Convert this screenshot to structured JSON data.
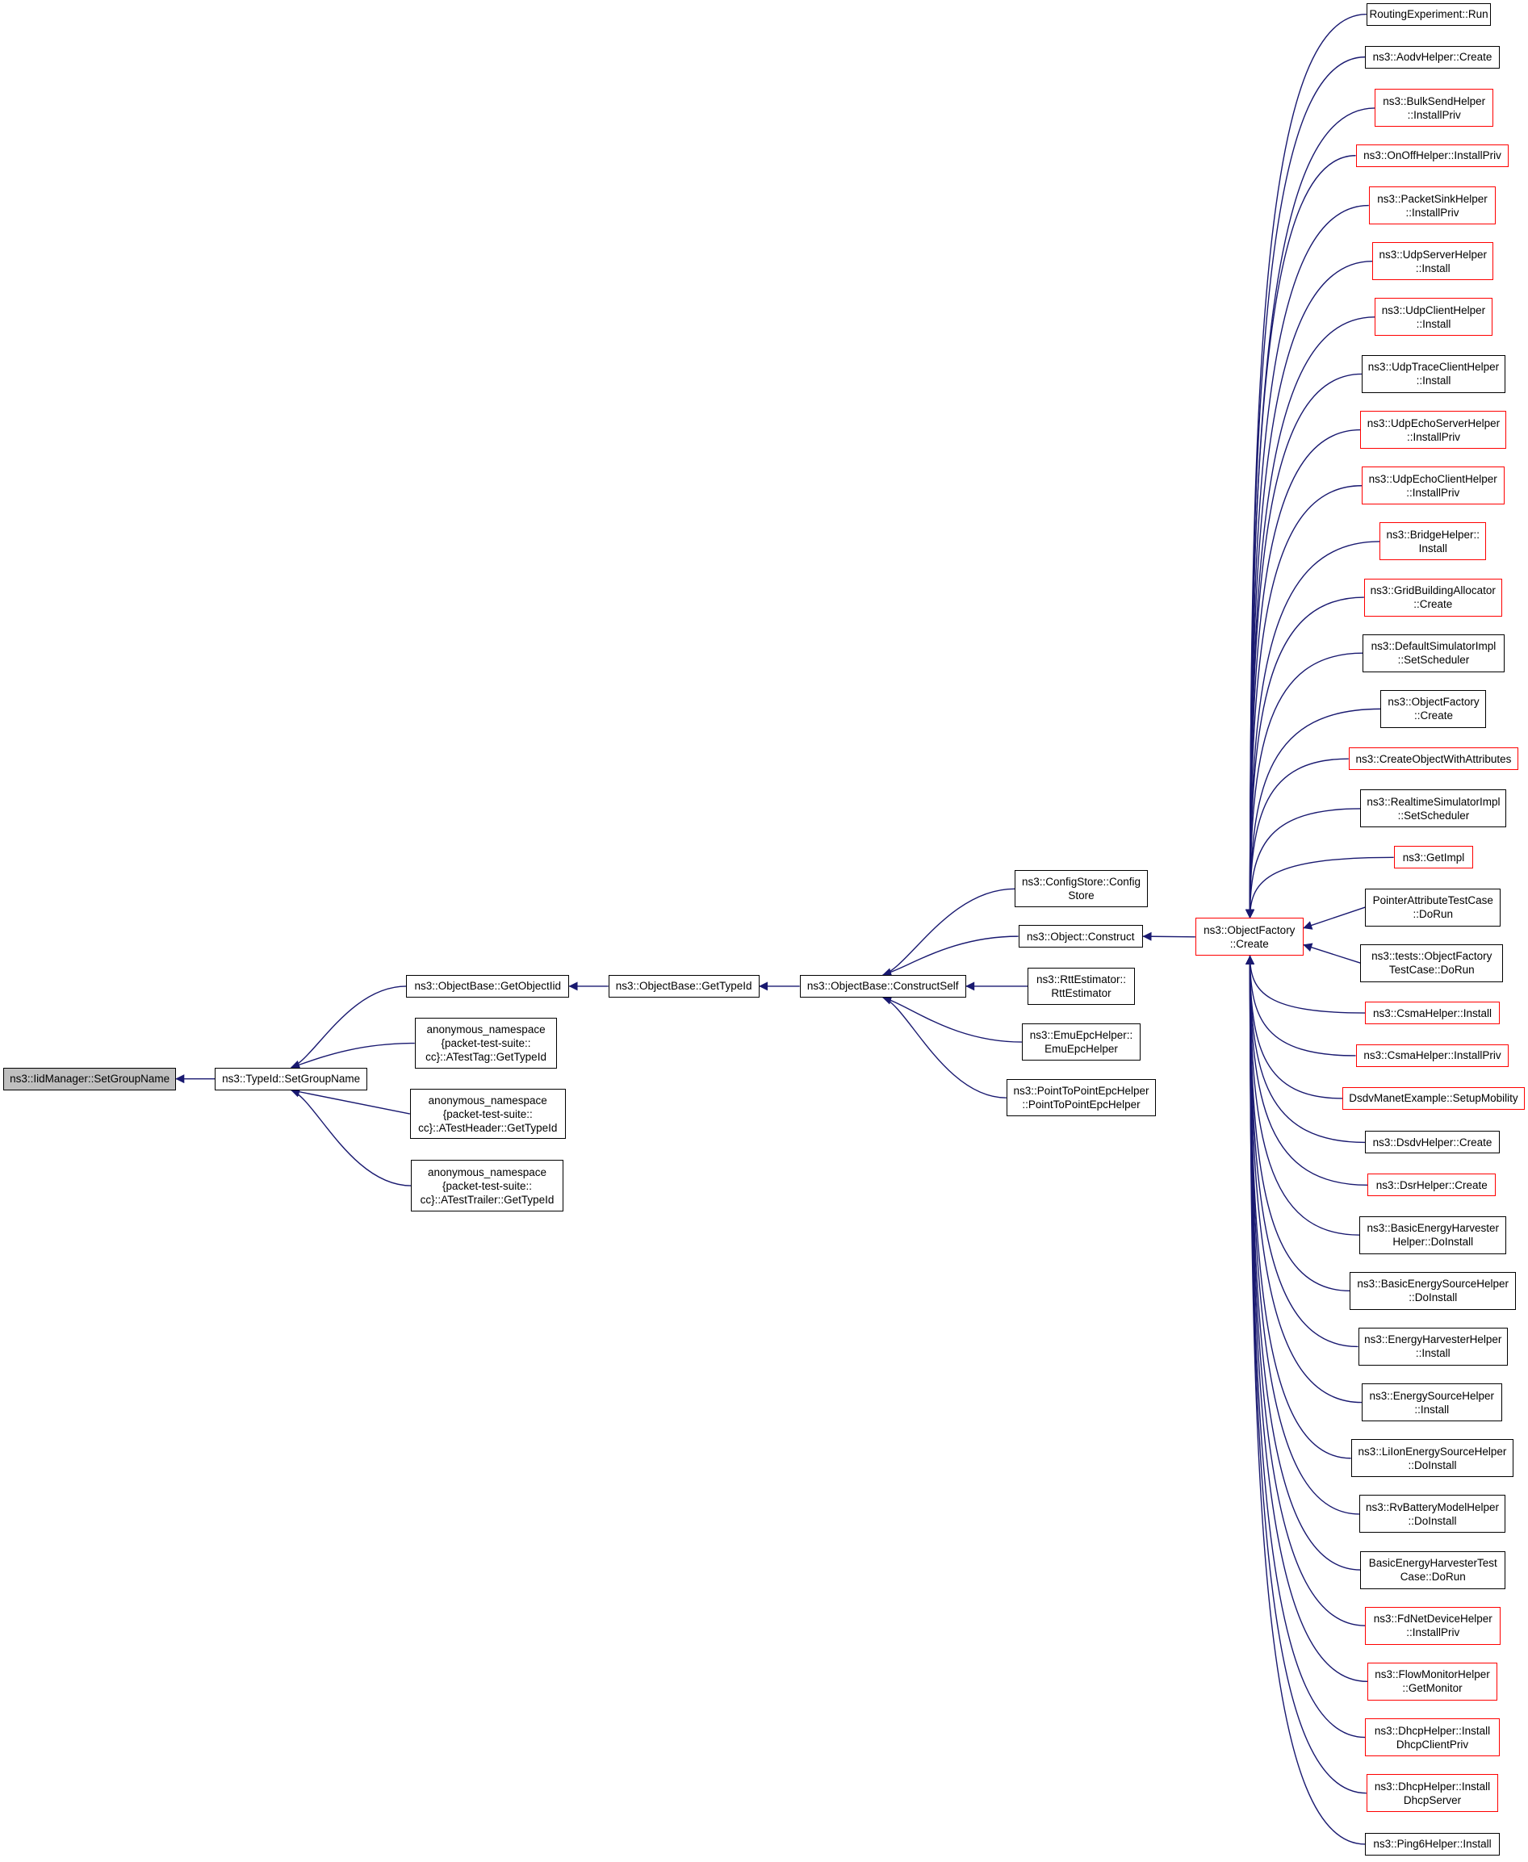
{
  "diagram": {
    "edge_color": "#191970",
    "colors": {
      "normal_border": "#000000",
      "incomplete_border": "#ff0000",
      "root_fill": "#bfbfbf"
    },
    "nodes": [
      {
        "id": "n0",
        "label": "ns3::IidManager::SetGroupName",
        "kind": "root"
      },
      {
        "id": "n1",
        "label": "ns3::TypeId::SetGroupName",
        "kind": "normal"
      },
      {
        "id": "n2",
        "label": "ns3::ObjectBase::GetObjectIid",
        "kind": "normal"
      },
      {
        "id": "n3",
        "label": "anonymous_namespace\n{packet-test-suite::\ncc}::ATestTag::GetTypeId",
        "kind": "normal"
      },
      {
        "id": "n4",
        "label": "anonymous_namespace\n{packet-test-suite::\ncc}::ATestHeader::GetTypeId",
        "kind": "normal"
      },
      {
        "id": "n5",
        "label": "anonymous_namespace\n{packet-test-suite::\ncc}::ATestTrailer::GetTypeId",
        "kind": "normal"
      },
      {
        "id": "n6",
        "label": "ns3::ObjectBase::GetTypeId",
        "kind": "normal"
      },
      {
        "id": "n7",
        "label": "ns3::ObjectBase::ConstructSelf",
        "kind": "normal"
      },
      {
        "id": "n8",
        "label": "ns3::ConfigStore::Config\nStore",
        "kind": "normal"
      },
      {
        "id": "n9",
        "label": "ns3::Object::Construct",
        "kind": "normal"
      },
      {
        "id": "n10",
        "label": "ns3::RttEstimator::\nRttEstimator",
        "kind": "normal"
      },
      {
        "id": "n11",
        "label": "ns3::EmuEpcHelper::\nEmuEpcHelper",
        "kind": "normal"
      },
      {
        "id": "n12",
        "label": "ns3::PointToPointEpcHelper\n::PointToPointEpcHelper",
        "kind": "normal"
      },
      {
        "id": "n13",
        "label": "ns3::ObjectFactory\n::Create",
        "kind": "red"
      },
      {
        "id": "r0",
        "label": "RoutingExperiment::Run",
        "kind": "normal"
      },
      {
        "id": "r1",
        "label": "ns3::AodvHelper::Create",
        "kind": "normal"
      },
      {
        "id": "r2",
        "label": "ns3::BulkSendHelper\n::InstallPriv",
        "kind": "red"
      },
      {
        "id": "r3",
        "label": "ns3::OnOffHelper::InstallPriv",
        "kind": "red"
      },
      {
        "id": "r4",
        "label": "ns3::PacketSinkHelper\n::InstallPriv",
        "kind": "red"
      },
      {
        "id": "r5",
        "label": "ns3::UdpServerHelper\n::Install",
        "kind": "red"
      },
      {
        "id": "r6",
        "label": "ns3::UdpClientHelper\n::Install",
        "kind": "red"
      },
      {
        "id": "r7",
        "label": "ns3::UdpTraceClientHelper\n::Install",
        "kind": "normal"
      },
      {
        "id": "r8",
        "label": "ns3::UdpEchoServerHelper\n::InstallPriv",
        "kind": "red"
      },
      {
        "id": "r9",
        "label": "ns3::UdpEchoClientHelper\n::InstallPriv",
        "kind": "red"
      },
      {
        "id": "r10",
        "label": "ns3::BridgeHelper::\nInstall",
        "kind": "red"
      },
      {
        "id": "r11",
        "label": "ns3::GridBuildingAllocator\n::Create",
        "kind": "red"
      },
      {
        "id": "r12",
        "label": "ns3::DefaultSimulatorImpl\n::SetScheduler",
        "kind": "normal"
      },
      {
        "id": "r13",
        "label": "ns3::ObjectFactory\n::Create",
        "kind": "normal"
      },
      {
        "id": "r14",
        "label": "ns3::CreateObjectWithAttributes",
        "kind": "red"
      },
      {
        "id": "r15",
        "label": "ns3::RealtimeSimulatorImpl\n::SetScheduler",
        "kind": "normal"
      },
      {
        "id": "r16",
        "label": "ns3::GetImpl",
        "kind": "red"
      },
      {
        "id": "r17",
        "label": "PointerAttributeTestCase\n::DoRun",
        "kind": "normal"
      },
      {
        "id": "r18",
        "label": "ns3::tests::ObjectFactory\nTestCase::DoRun",
        "kind": "normal"
      },
      {
        "id": "r19",
        "label": "ns3::CsmaHelper::Install",
        "kind": "red"
      },
      {
        "id": "r20",
        "label": "ns3::CsmaHelper::InstallPriv",
        "kind": "red"
      },
      {
        "id": "r21",
        "label": "DsdvManetExample::SetupMobility",
        "kind": "red"
      },
      {
        "id": "r22",
        "label": "ns3::DsdvHelper::Create",
        "kind": "normal"
      },
      {
        "id": "r23",
        "label": "ns3::DsrHelper::Create",
        "kind": "red"
      },
      {
        "id": "r24",
        "label": "ns3::BasicEnergyHarvester\nHelper::DoInstall",
        "kind": "normal"
      },
      {
        "id": "r25",
        "label": "ns3::BasicEnergySourceHelper\n::DoInstall",
        "kind": "normal"
      },
      {
        "id": "r26",
        "label": "ns3::EnergyHarvesterHelper\n::Install",
        "kind": "normal"
      },
      {
        "id": "r27",
        "label": "ns3::EnergySourceHelper\n::Install",
        "kind": "normal"
      },
      {
        "id": "r28",
        "label": "ns3::LiIonEnergySourceHelper\n::DoInstall",
        "kind": "normal"
      },
      {
        "id": "r29",
        "label": "ns3::RvBatteryModelHelper\n::DoInstall",
        "kind": "normal"
      },
      {
        "id": "r30",
        "label": "BasicEnergyHarvesterTest\nCase::DoRun",
        "kind": "normal"
      },
      {
        "id": "r31",
        "label": "ns3::FdNetDeviceHelper\n::InstallPriv",
        "kind": "red"
      },
      {
        "id": "r32",
        "label": "ns3::FlowMonitorHelper\n::GetMonitor",
        "kind": "red"
      },
      {
        "id": "r33",
        "label": "ns3::DhcpHelper::Install\nDhcpClientPriv",
        "kind": "red"
      },
      {
        "id": "r34",
        "label": "ns3::DhcpHelper::Install\nDhcpServer",
        "kind": "red"
      },
      {
        "id": "r35",
        "label": "ns3::Ping6Helper::Install",
        "kind": "normal"
      }
    ],
    "edges": [
      {
        "from": "n1",
        "to": "n0"
      },
      {
        "from": "n2",
        "to": "n1"
      },
      {
        "from": "n3",
        "to": "n1"
      },
      {
        "from": "n4",
        "to": "n1"
      },
      {
        "from": "n5",
        "to": "n1"
      },
      {
        "from": "n6",
        "to": "n2"
      },
      {
        "from": "n7",
        "to": "n6"
      },
      {
        "from": "n8",
        "to": "n7"
      },
      {
        "from": "n9",
        "to": "n7"
      },
      {
        "from": "n10",
        "to": "n7"
      },
      {
        "from": "n11",
        "to": "n7"
      },
      {
        "from": "n12",
        "to": "n7"
      },
      {
        "from": "n13",
        "to": "n9"
      },
      {
        "from": "r0",
        "to": "n13"
      },
      {
        "from": "r1",
        "to": "n13"
      },
      {
        "from": "r2",
        "to": "n13"
      },
      {
        "from": "r3",
        "to": "n13"
      },
      {
        "from": "r4",
        "to": "n13"
      },
      {
        "from": "r5",
        "to": "n13"
      },
      {
        "from": "r6",
        "to": "n13"
      },
      {
        "from": "r7",
        "to": "n13"
      },
      {
        "from": "r8",
        "to": "n13"
      },
      {
        "from": "r9",
        "to": "n13"
      },
      {
        "from": "r10",
        "to": "n13"
      },
      {
        "from": "r11",
        "to": "n13"
      },
      {
        "from": "r12",
        "to": "n13"
      },
      {
        "from": "r13",
        "to": "n13"
      },
      {
        "from": "r14",
        "to": "n13"
      },
      {
        "from": "r15",
        "to": "n13"
      },
      {
        "from": "r16",
        "to": "n13"
      },
      {
        "from": "r17",
        "to": "n13"
      },
      {
        "from": "r18",
        "to": "n13"
      },
      {
        "from": "r19",
        "to": "n13"
      },
      {
        "from": "r20",
        "to": "n13"
      },
      {
        "from": "r21",
        "to": "n13"
      },
      {
        "from": "r22",
        "to": "n13"
      },
      {
        "from": "r23",
        "to": "n13"
      },
      {
        "from": "r24",
        "to": "n13"
      },
      {
        "from": "r25",
        "to": "n13"
      },
      {
        "from": "r26",
        "to": "n13"
      },
      {
        "from": "r27",
        "to": "n13"
      },
      {
        "from": "r28",
        "to": "n13"
      },
      {
        "from": "r29",
        "to": "n13"
      },
      {
        "from": "r30",
        "to": "n13"
      },
      {
        "from": "r31",
        "to": "n13"
      },
      {
        "from": "r32",
        "to": "n13"
      },
      {
        "from": "r33",
        "to": "n13"
      },
      {
        "from": "r34",
        "to": "n13"
      },
      {
        "from": "r35",
        "to": "n13"
      }
    ]
  }
}
